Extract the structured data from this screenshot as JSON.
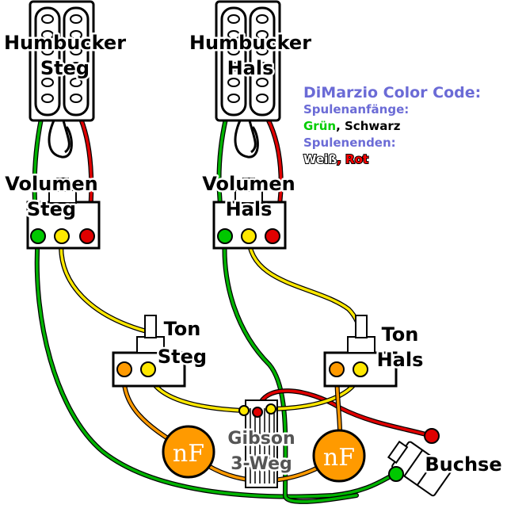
{
  "labels": {
    "pickup_bridge": [
      "Humbucker",
      "Steg"
    ],
    "pickup_neck": [
      "Humbucker",
      "Hals"
    ],
    "vol_bridge": [
      "Volumen",
      "Steg"
    ],
    "vol_neck": [
      "Volumen",
      "Hals"
    ],
    "tone_bridge": [
      "Ton",
      "Steg"
    ],
    "tone_neck": [
      "Ton",
      "Hals"
    ],
    "switch": [
      "Gibson",
      "3-Weg"
    ],
    "jack": "Buchse",
    "capacitor": "nF"
  },
  "legend": {
    "title": "DiMarzio Color Code:",
    "starts_label": "Spulenanfänge:",
    "starts": [
      {
        "text": "Grün",
        "color": "#00cc00"
      },
      {
        "text": ", Schwarz",
        "color": "#000000"
      }
    ],
    "ends_label": "Spulenenden:",
    "ends": [
      {
        "text": "Weiß",
        "color": "#ffffff"
      },
      {
        "text": ", Rot",
        "color": "#ff0000"
      }
    ]
  },
  "colors": {
    "green": "#00b400",
    "yellow": "#ffe800",
    "red": "#e00000",
    "orange": "#ff9a00",
    "legend_blue": "#6b6bd6"
  }
}
